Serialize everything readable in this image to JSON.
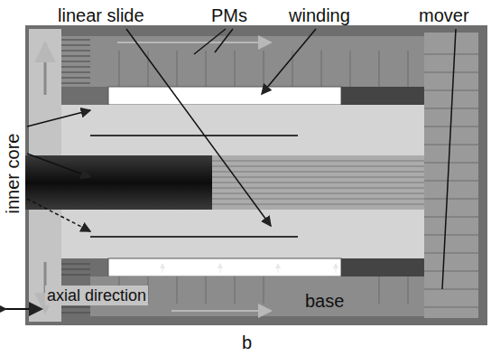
{
  "diagram": {
    "labels": [
      "linear slide",
      "PMs",
      "winding",
      "mover",
      "inner core",
      "axial direction",
      "base",
      "b"
    ]
  }
}
